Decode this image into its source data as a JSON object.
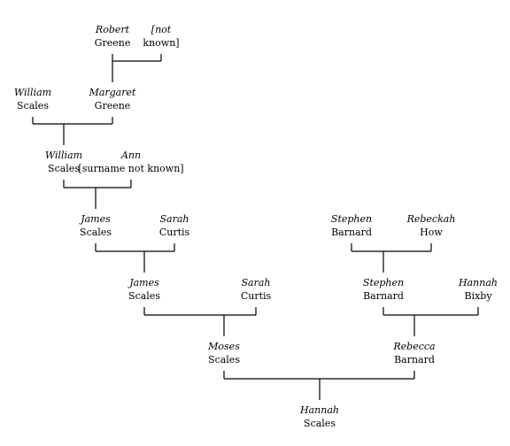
{
  "people": [
    {
      "id": "robert-greene",
      "given": "Robert",
      "surname": "Greene"
    },
    {
      "id": "not-known-1",
      "given": "[not",
      "surname": "known]"
    },
    {
      "id": "william-scales-1",
      "given": "William",
      "surname": "Scales"
    },
    {
      "id": "margaret-greene",
      "given": "Margaret",
      "surname": "Greene"
    },
    {
      "id": "william-scales-2",
      "given": "William",
      "surname": "Scales"
    },
    {
      "id": "ann",
      "given": "Ann",
      "surname": "[surname not known]"
    },
    {
      "id": "james-scales-1",
      "given": "James",
      "surname": "Scales"
    },
    {
      "id": "sarah-curtis-1",
      "given": "Sarah",
      "surname": "Curtis"
    },
    {
      "id": "stephen-barnard-1",
      "given": "Stephen",
      "surname": "Barnard"
    },
    {
      "id": "rebeckah-how",
      "given": "Rebeckah",
      "surname": "How"
    },
    {
      "id": "james-scales-2",
      "given": "James",
      "surname": "Scales"
    },
    {
      "id": "sarah-curtis-2",
      "given": "Sarah",
      "surname": "Curtis"
    },
    {
      "id": "stephen-barnard-2",
      "given": "Stephen",
      "surname": "Barnard"
    },
    {
      "id": "hannah-bixby",
      "given": "Hannah",
      "surname": "Bixby"
    },
    {
      "id": "moses-scales",
      "given": "Moses",
      "surname": "Scales"
    },
    {
      "id": "rebecca-barnard",
      "given": "Rebecca",
      "surname": "Barnard"
    },
    {
      "id": "hannah-scales",
      "given": "Hannah",
      "surname": "Scales"
    }
  ],
  "couples": [
    {
      "a": "robert-greene",
      "b": "not-known-1",
      "child": "margaret-greene"
    },
    {
      "a": "william-scales-1",
      "b": "margaret-greene",
      "child": "william-scales-2"
    },
    {
      "a": "william-scales-2",
      "b": "ann",
      "child": "james-scales-1"
    },
    {
      "a": "james-scales-1",
      "b": "sarah-curtis-1",
      "child": "james-scales-2"
    },
    {
      "a": "stephen-barnard-1",
      "b": "rebeckah-how",
      "child": "stephen-barnard-2"
    },
    {
      "a": "james-scales-2",
      "b": "sarah-curtis-2",
      "child": "moses-scales"
    },
    {
      "a": "stephen-barnard-2",
      "b": "hannah-bixby",
      "child": "rebecca-barnard"
    },
    {
      "a": "moses-scales",
      "b": "rebecca-barnard",
      "child": "hannah-scales"
    }
  ]
}
